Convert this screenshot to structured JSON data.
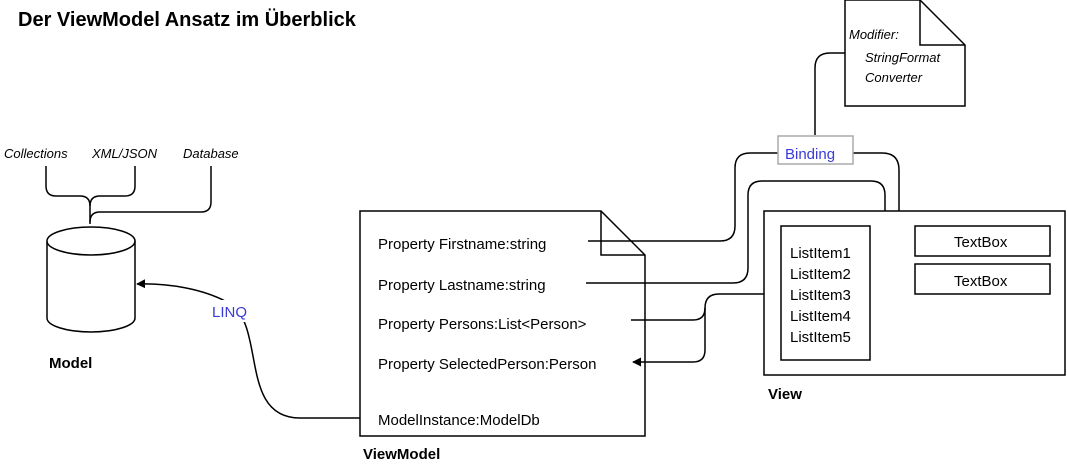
{
  "title": "Der ViewModel Ansatz im Überblick",
  "sources": [
    "Collections",
    "XML/JSON",
    "Database"
  ],
  "model": {
    "label": "Model"
  },
  "linq_label": "LINQ",
  "viewmodel": {
    "label": "ViewModel",
    "properties": [
      "Property Firstname:string",
      "Property Lastname:string",
      "Property Persons:List<Person>",
      "Property SelectedPerson:Person"
    ],
    "model_instance": "ModelInstance:ModelDb"
  },
  "binding_label": "Binding",
  "modifier": {
    "heading": "Modifier:",
    "items": [
      "StringFormat",
      "Converter"
    ]
  },
  "view": {
    "label": "View",
    "list_items": [
      "ListItem1",
      "ListItem2",
      "ListItem3",
      "ListItem4",
      "ListItem5"
    ],
    "textboxes": [
      "TextBox",
      "TextBox"
    ]
  }
}
